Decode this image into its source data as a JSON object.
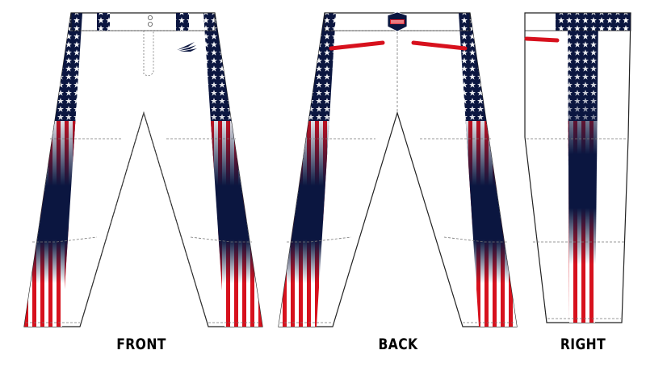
{
  "views": {
    "front": {
      "label": "FRONT"
    },
    "back": {
      "label": "BACK"
    },
    "right": {
      "label": "RIGHT"
    }
  },
  "colors": {
    "navy": "#0b1640",
    "red": "#d7111d",
    "white": "#ffffff",
    "outline": "#222222",
    "stitch": "#777777",
    "star": "#ffffff"
  },
  "icons": {
    "logo": "swoosh-logo-icon",
    "patch": "flag-patch-icon"
  }
}
